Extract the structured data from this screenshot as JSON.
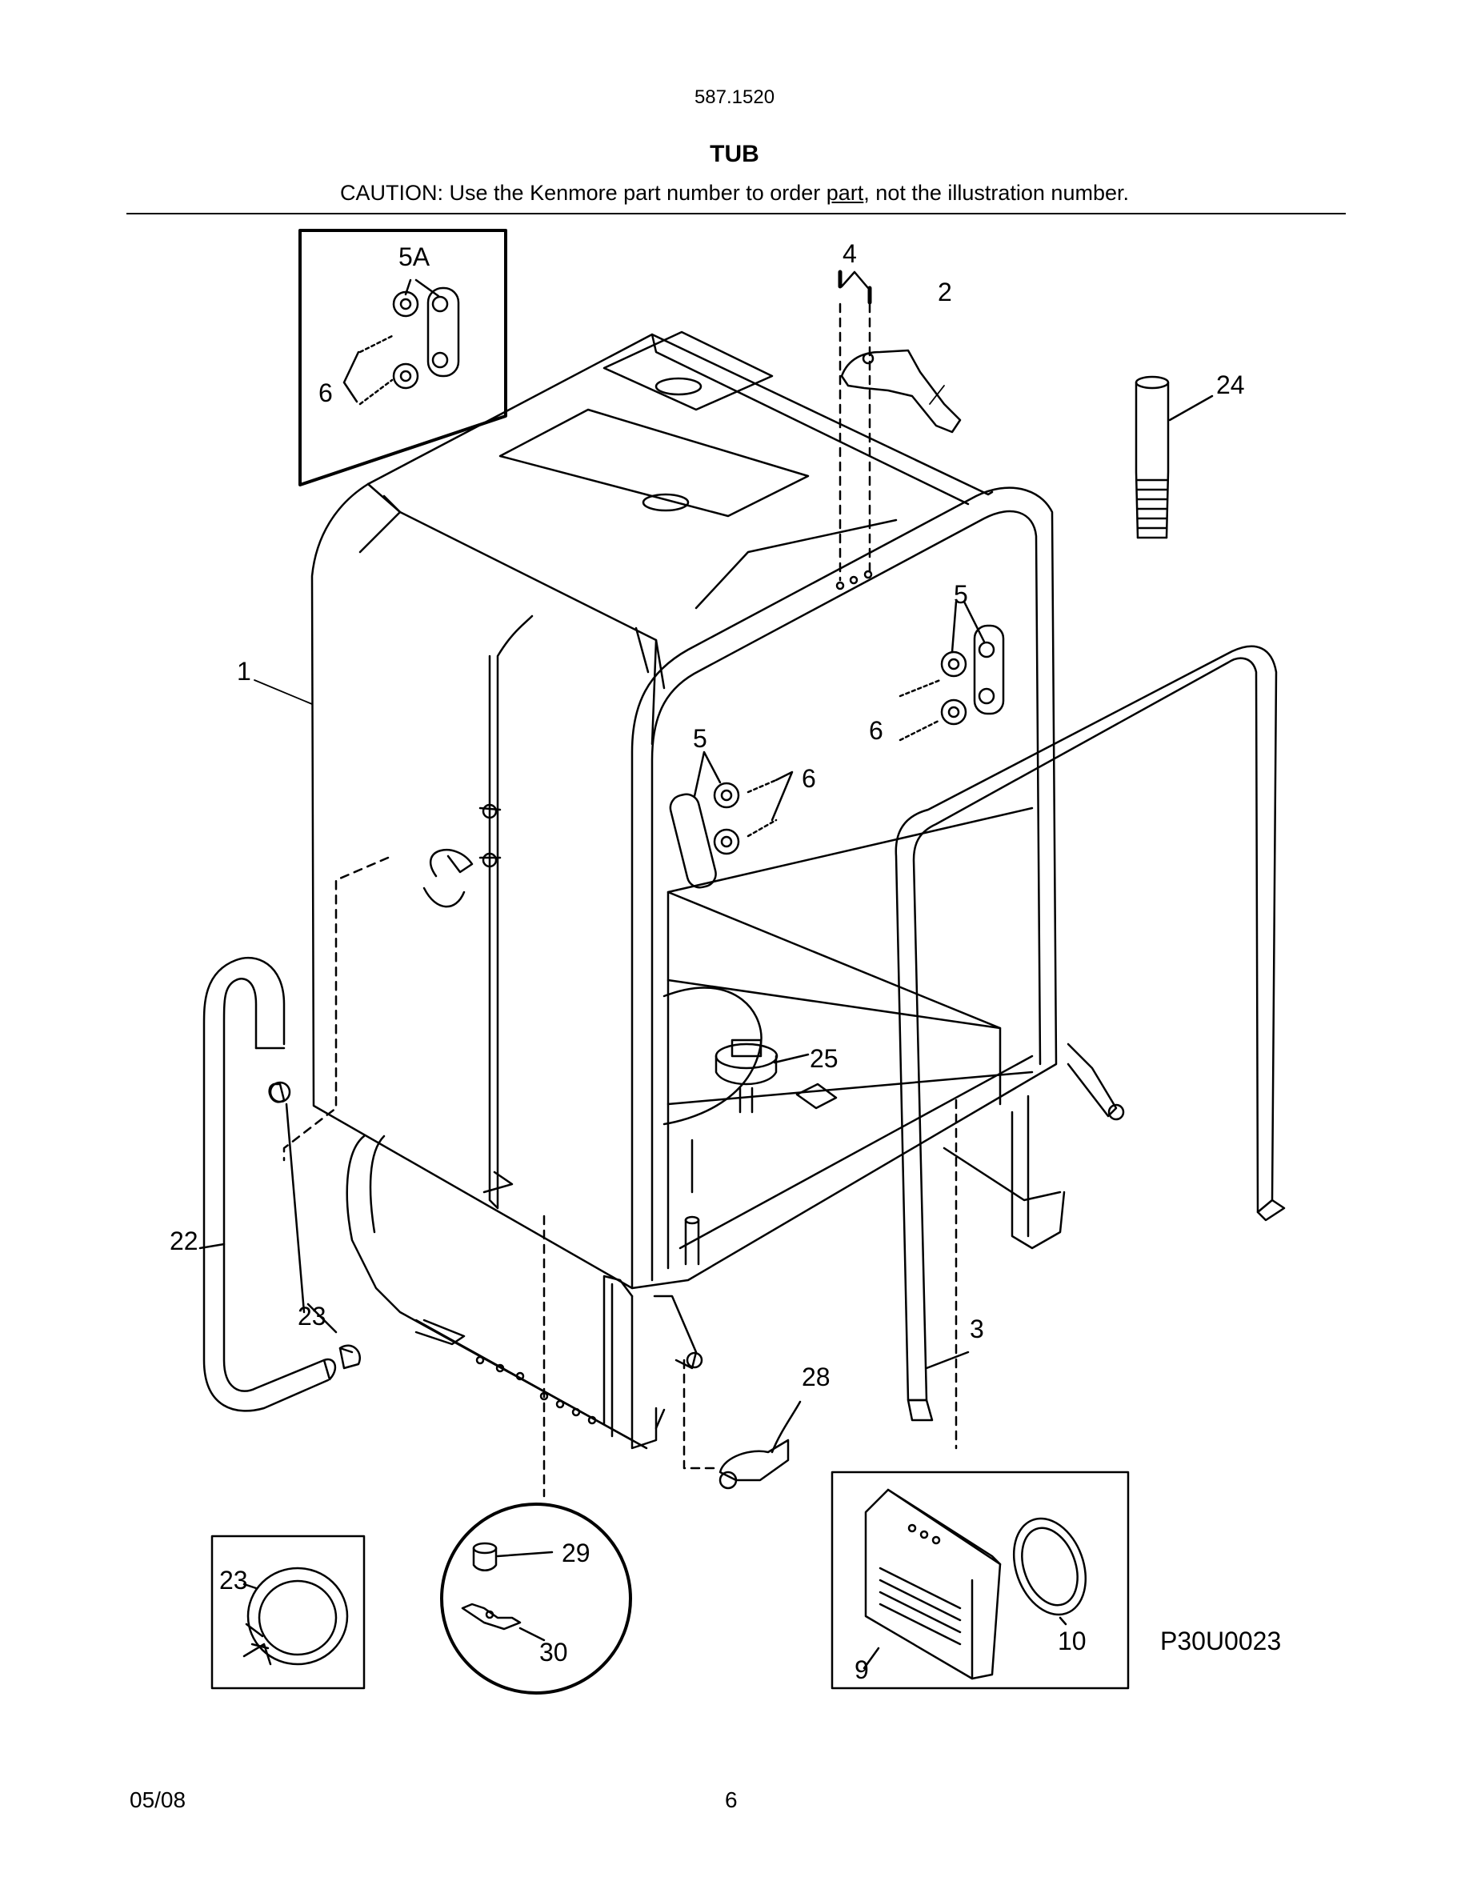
{
  "header": {
    "model": "587.1520",
    "title": "TUB",
    "caution_pre": "CAUTION: Use the Kenmore part number to order ",
    "caution_link": "part",
    "caution_post": ", not the illustration number."
  },
  "callouts": {
    "c5a": "5A",
    "c6a": "6",
    "c4": "4",
    "c2": "2",
    "c24": "24",
    "c5b": "5",
    "c6b": "6",
    "c1": "1",
    "c5c": "5",
    "c6c": "6",
    "c25": "25",
    "c22": "22",
    "c23a": "23",
    "c3": "3",
    "c28": "28",
    "c29": "29",
    "c30": "30",
    "c23b": "23",
    "c9": "9",
    "c10": "10"
  },
  "diagram_code": "P30U0023",
  "footer": {
    "date": "05/08",
    "page": "6"
  }
}
